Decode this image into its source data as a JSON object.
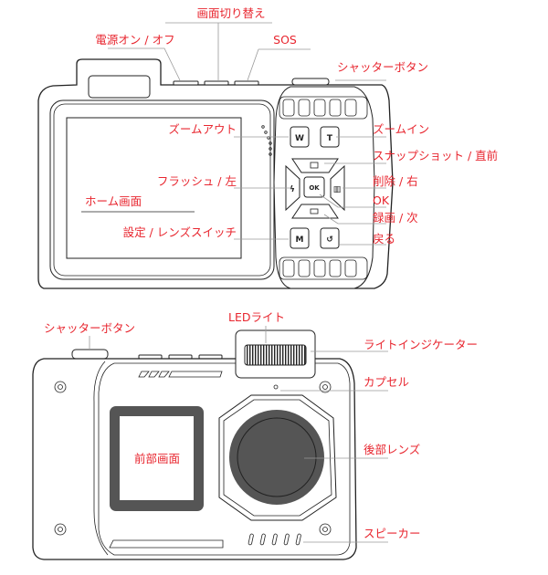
{
  "back_view": {
    "labels": {
      "display_switch": "画面切り替え",
      "power": "電源オン / オフ",
      "sos": "SOS",
      "shutter": "シャッターボタン",
      "zoom_out": "ズームアウト",
      "zoom_in": "ズームイン",
      "snapshot": "スナップショット / 直前",
      "flash": "フラッシュ / 左",
      "delete": "削除 / 右",
      "ok": "OK",
      "record": "録画 / 次",
      "back": "戻る",
      "home_screen": "ホーム画面",
      "settings": "設定 / レンズスイッチ"
    },
    "buttons": {
      "w": "W",
      "t": "T",
      "ok": "OK",
      "m": "M"
    }
  },
  "front_view": {
    "labels": {
      "shutter": "シャッターボタン",
      "led": "LEDライト",
      "light_indicator": "ライトインジケーター",
      "capsule": "カプセル",
      "front_screen": "前部画面",
      "rear_lens": "後部レンズ",
      "speaker": "スピーカー"
    }
  },
  "colors": {
    "label": "#e8262f",
    "leader": "#9a9a9a",
    "outline": "#222222"
  }
}
